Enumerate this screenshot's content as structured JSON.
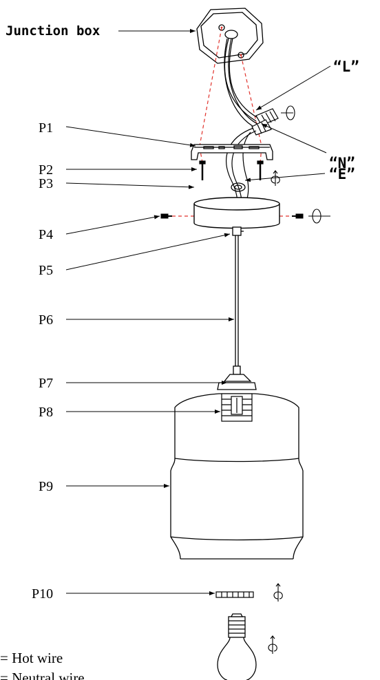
{
  "labels": {
    "junction_box": "Junction box",
    "L": "“L”",
    "N": "“N”",
    "E": "“E”",
    "P1": "P1",
    "P2": "P2",
    "P3": "P3",
    "P4": "P4",
    "P5": "P5",
    "P6": "P6",
    "P7": "P7",
    "P8": "P8",
    "P9": "P9",
    "P10": "P10"
  },
  "legend": {
    "hot_wire": "= Hot wire",
    "neutral_wire": "= Neutral wire"
  },
  "colors": {
    "line": "#000000",
    "guide": "#e0302a"
  }
}
